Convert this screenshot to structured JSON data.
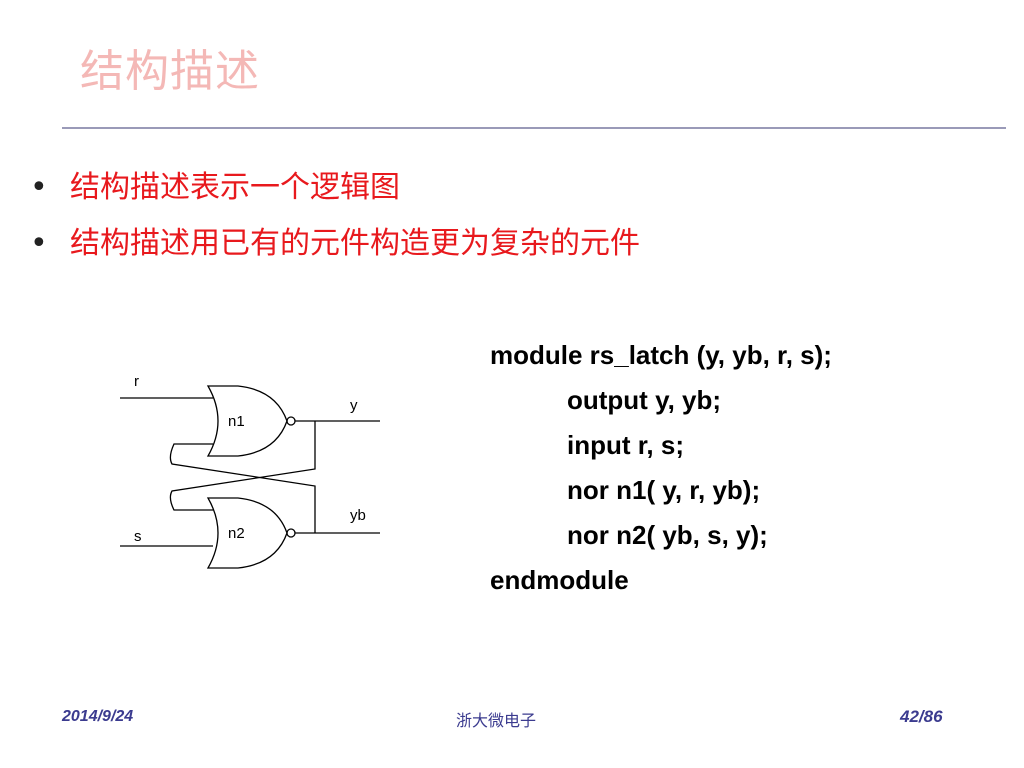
{
  "slide": {
    "title": "结构描述",
    "bullets": [
      "结构描述表示一个逻辑图",
      "结构描述用已有的元件构造更为复杂的元件"
    ],
    "diagram": {
      "input_r": "r",
      "input_s": "s",
      "output_y": "y",
      "output_yb": "yb",
      "gate_1": "n1",
      "gate_2": "n2"
    },
    "code": [
      "module rs_latch (y, yb, r, s);",
      "output y, yb;",
      "input r, s;",
      "nor n1( y, r, yb);",
      "nor n2( yb, s, y);",
      "endmodule"
    ],
    "footer": {
      "date": "2014/9/24",
      "organization": "浙大微电子",
      "page": "42/86"
    }
  }
}
